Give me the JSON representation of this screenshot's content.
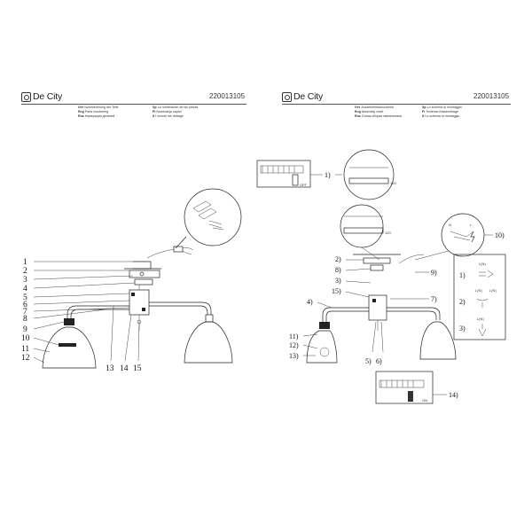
{
  "left_page": {
    "logo": "De City",
    "article": "220013105",
    "legend": [
      {
        "code": "Ger",
        "text": "Nummerierung der Teile"
      },
      {
        "code": "Eng",
        "text": "Parts numbering"
      },
      {
        "code": "Rus",
        "text": "Нумерация деталей"
      },
      {
        "code": "Sp",
        "text": "La numeración de las piezas"
      },
      {
        "code": "Pl",
        "text": "Numeracja części"
      },
      {
        "code": "It",
        "text": "I numeri dei dettagli"
      }
    ],
    "callouts": [
      "1",
      "2",
      "3",
      "4",
      "5",
      "6",
      "7",
      "8",
      "9",
      "10",
      "11",
      "12",
      "13",
      "14",
      "15"
    ]
  },
  "right_page": {
    "logo": "De City",
    "article": "220013105",
    "legend": [
      {
        "code": "Ger",
        "text": "Zusammenbauschema"
      },
      {
        "code": "Eng",
        "text": "Assembly chart"
      },
      {
        "code": "Rus",
        "text": "Схема сборки светильника"
      },
      {
        "code": "Sp",
        "text": "Lo schema di montaggio"
      },
      {
        "code": "Fr",
        "text": "Schéma d'assemblage"
      },
      {
        "code": "It",
        "text": "Lo schema di montaggio"
      }
    ],
    "steps": [
      "1)",
      "2)",
      "3)",
      "4)",
      "5)",
      "6)",
      "7)",
      "8)",
      "9)",
      "10)",
      "11)",
      "12)",
      "13)",
      "14)",
      "15)"
    ],
    "dims": [
      "120",
      "120"
    ],
    "off_label": "OFF",
    "on_label": "ON",
    "wire_labels": [
      "N",
      "L",
      "L(N)",
      "L(N)",
      "L(N)",
      "L(N)"
    ],
    "sub_steps": [
      "1)",
      "2)",
      "3)"
    ]
  },
  "colors": {
    "line": "#222222",
    "text": "#111111"
  }
}
